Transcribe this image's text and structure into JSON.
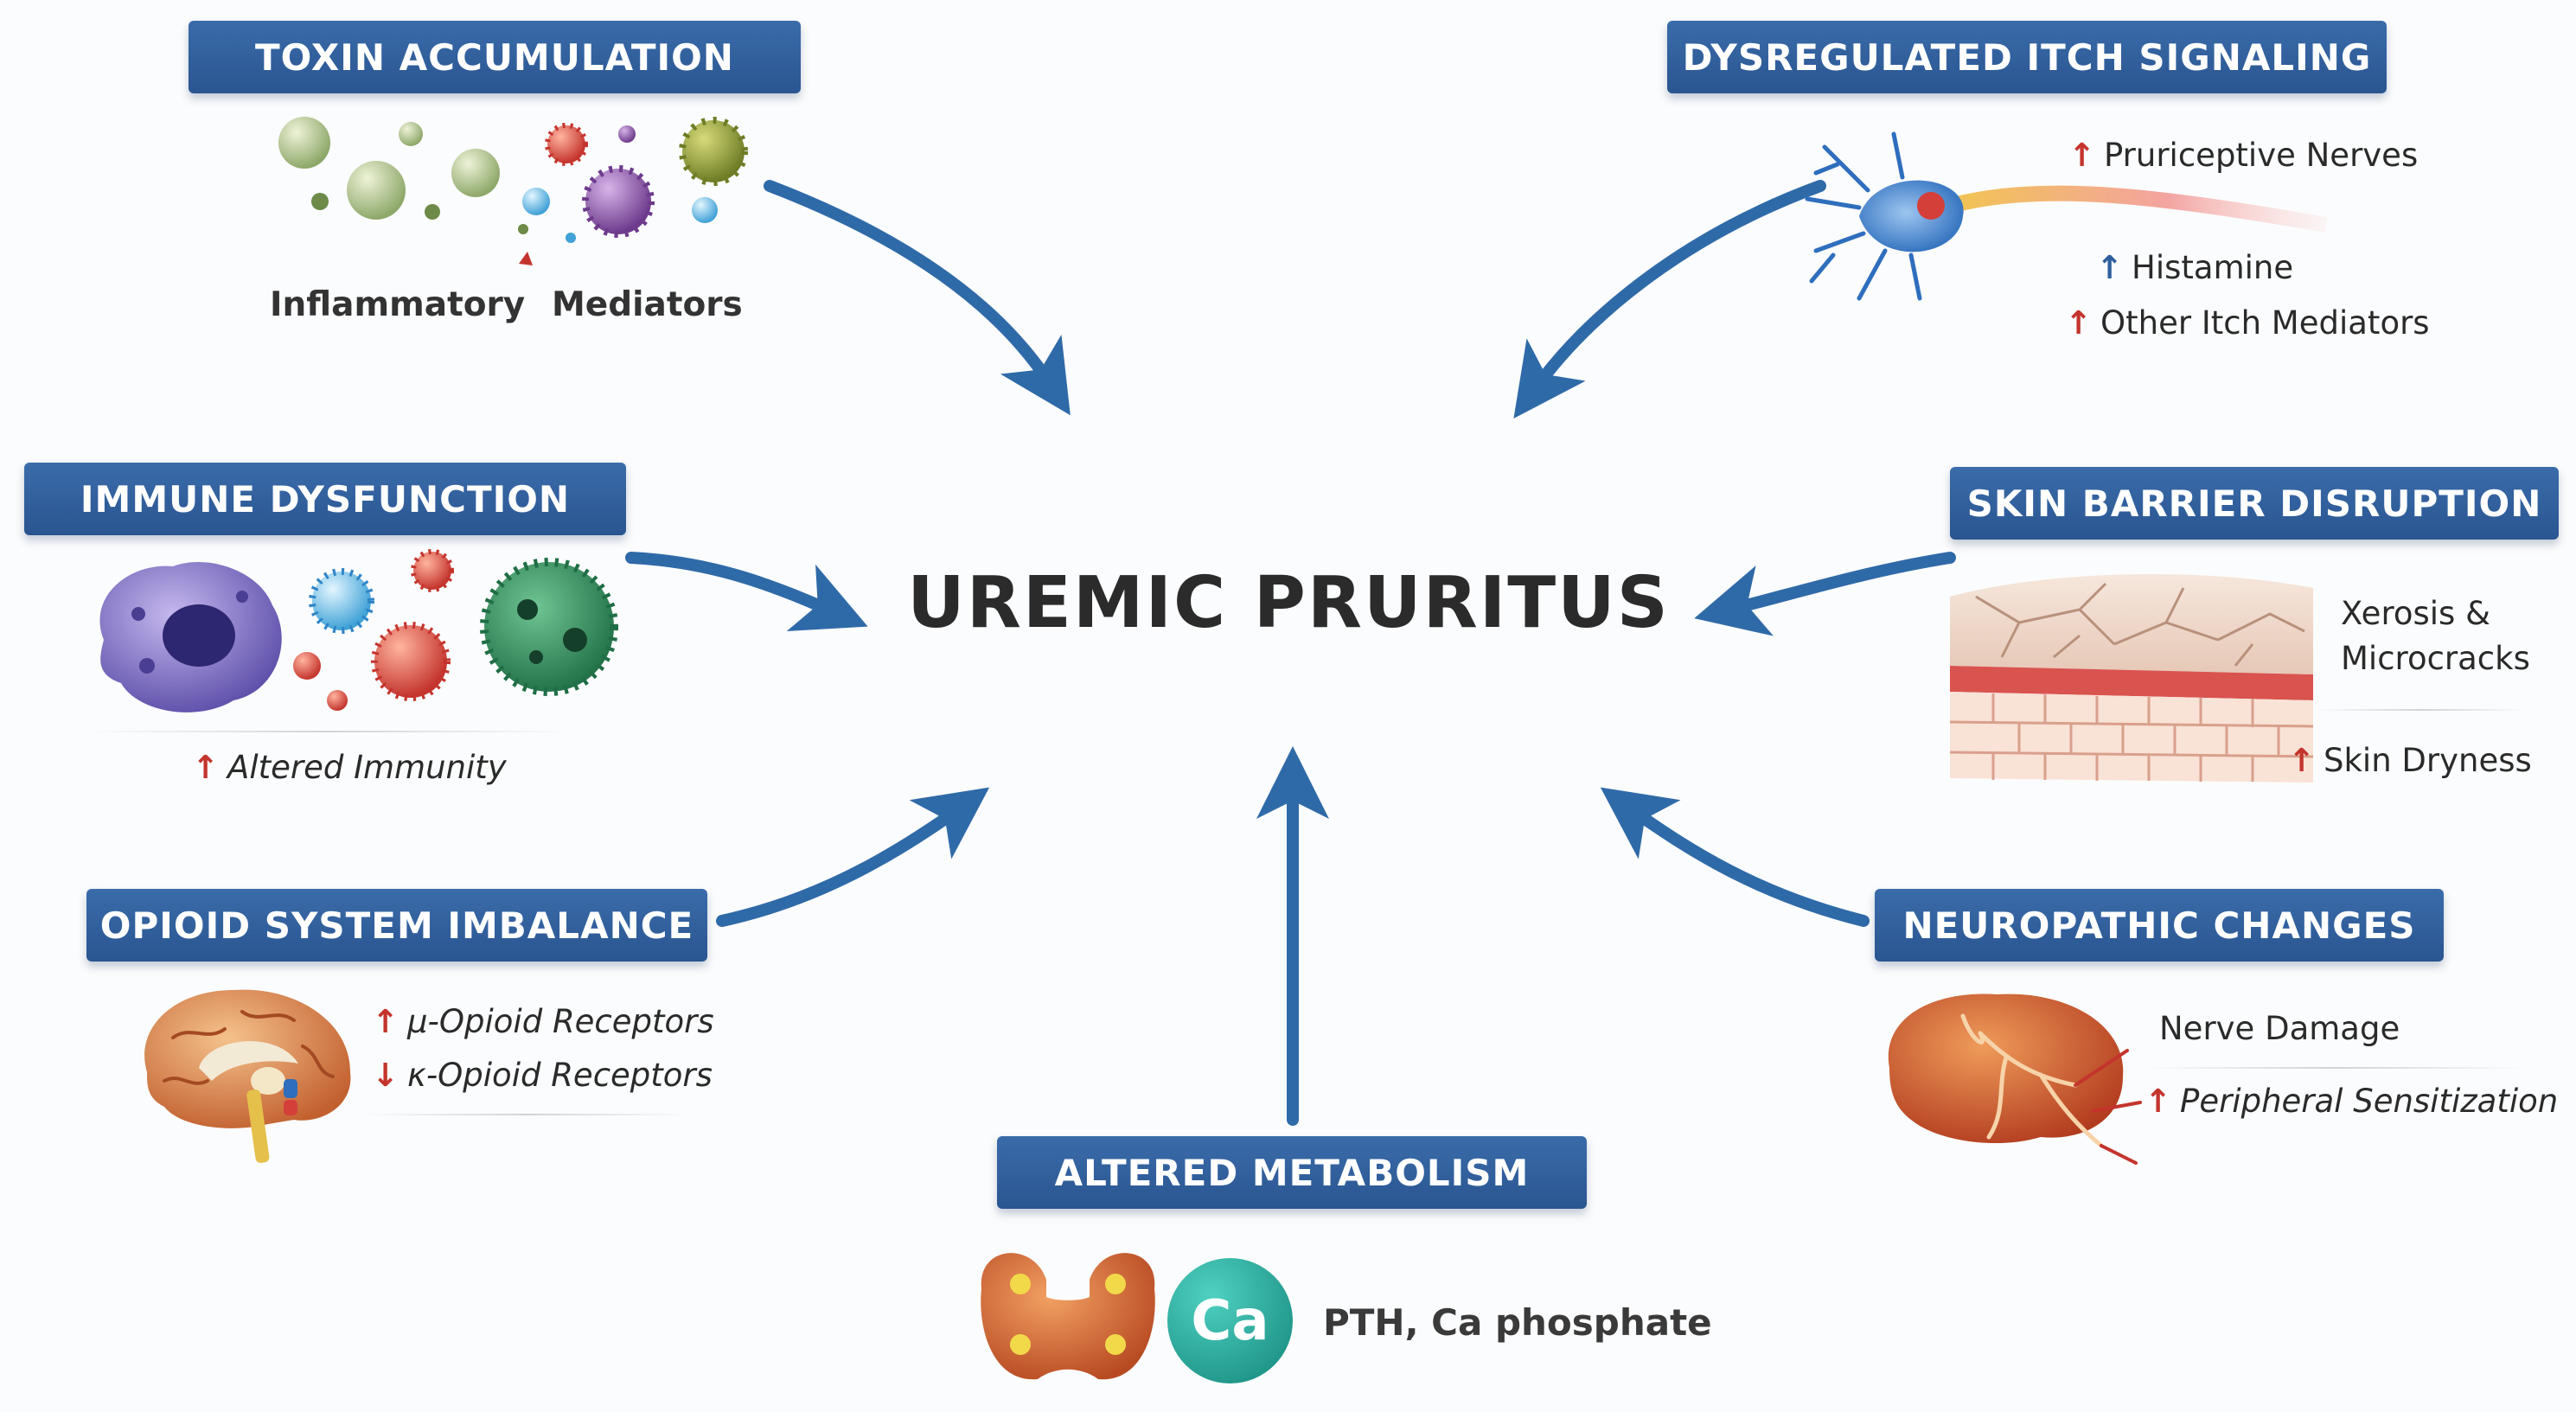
{
  "center_title": "UREMIC PRURITUS",
  "nodes": {
    "toxin": {
      "title": "TOXIN ACCUMULATION",
      "labels": [
        "Inflammatory",
        "Mediators"
      ]
    },
    "itch": {
      "title": "DYSREGULATED ITCH SIGNALING",
      "labels": [
        "Pruriceptive Nerves",
        "Histamine",
        "Other Itch Mediators"
      ]
    },
    "immune": {
      "title": "IMMUNE DYSFUNCTION",
      "labels": [
        "Altered Immunity"
      ]
    },
    "skin": {
      "title": "SKIN BARRIER DISRUPTION",
      "labels": [
        "Xerosis &",
        "Microcracks",
        "Skin Dryness"
      ]
    },
    "opioid": {
      "title": "OPIOID SYSTEM IMBALANCE",
      "labels": [
        "μ-Opioid Receptors",
        "κ-Opioid Receptors"
      ]
    },
    "neuro": {
      "title": "NEUROPATHIC CHANGES",
      "labels": [
        "Nerve Damage",
        "Peripheral Sensitization"
      ]
    },
    "metab": {
      "title": "ALTERED METABOLISM",
      "badge": "Ca",
      "labels": [
        "PTH, Ca phosphate"
      ]
    }
  },
  "colors": {
    "banner": "#2f5f9e",
    "arrow": "#2f6aa8",
    "increase": "#c4342d",
    "increase_alt": "#2f5f9e"
  },
  "icons": {
    "toxin": "particles-icon",
    "itch": "neuron-icon",
    "immune": "immune-cells-icon",
    "skin": "skin-layer-icon",
    "opioid": "brain-icon",
    "neuro": "nerve-tissue-icon",
    "metab": "thyroid-icon"
  }
}
